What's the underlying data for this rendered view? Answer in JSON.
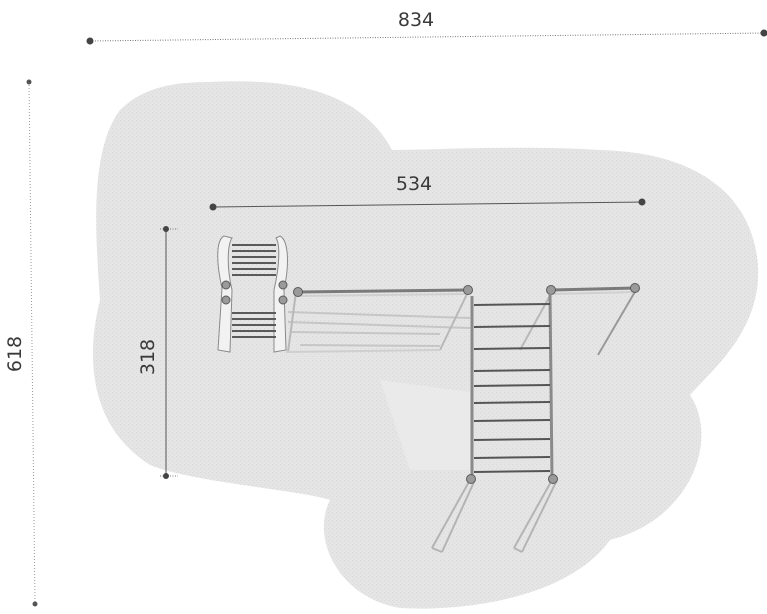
{
  "diagram": {
    "type": "playground-equipment-plan",
    "dimensions": {
      "overall_width": "834",
      "overall_depth": "618",
      "equipment_width": "534",
      "equipment_depth": "318"
    },
    "colors": {
      "safety_zone": "#e4e4e4",
      "dimension_line": "#555555",
      "frame": "#8a8a8a",
      "frame_highlight": "#f4f4f4",
      "rung": "#6a6a6a",
      "bolt": "#909090",
      "text": "#3a3a3a"
    }
  }
}
